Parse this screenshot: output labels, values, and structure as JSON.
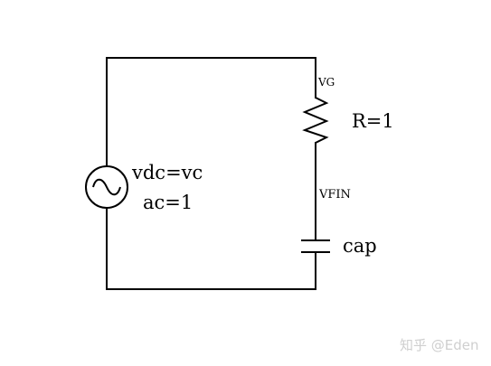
{
  "source": {
    "vdc_label": "vdc=vc",
    "ac_label": "ac=1"
  },
  "resistor": {
    "value_label": "R=1",
    "top_node_label": "VG"
  },
  "capacitor": {
    "top_node_label": "VFIN",
    "name_label": "cap"
  },
  "watermark": {
    "text": "知乎 @Eden"
  }
}
